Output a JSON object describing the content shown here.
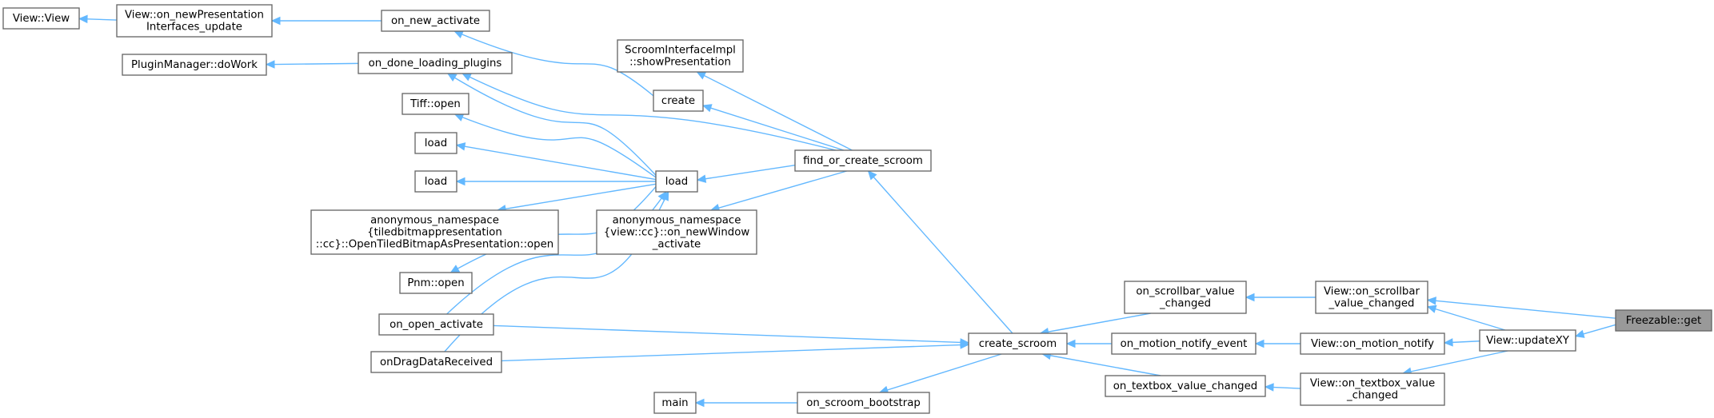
{
  "colors": {
    "edge": "#63b8ff",
    "node_border": "#666666",
    "node_fill": "#ffffff",
    "focus_fill": "#999999",
    "background": "#ffffff"
  },
  "nodes": {
    "view_view": {
      "lines": [
        "View::View"
      ]
    },
    "on_newpresentation_update": {
      "lines": [
        "View::on_newPresentation",
        "Interfaces_update"
      ]
    },
    "on_new_activate": {
      "lines": [
        "on_new_activate"
      ]
    },
    "pluginmanager_dowork": {
      "lines": [
        "PluginManager::doWork"
      ]
    },
    "on_done_loading_plugins": {
      "lines": [
        "on_done_loading_plugins"
      ]
    },
    "scroom_show_presentation": {
      "lines": [
        "ScroomInterfaceImpl",
        "::showPresentation"
      ]
    },
    "create": {
      "lines": [
        "create"
      ]
    },
    "tiff_open": {
      "lines": [
        "Tiff::open"
      ]
    },
    "load_a": {
      "lines": [
        "load"
      ]
    },
    "load_b": {
      "lines": [
        "load"
      ]
    },
    "load_main": {
      "lines": [
        "load"
      ]
    },
    "find_or_create_scroom": {
      "lines": [
        "find_or_create_scroom"
      ]
    },
    "anon_tiled_open": {
      "lines": [
        "anonymous_namespace",
        "{tiledbitmappresentation",
        "::cc}::OpenTiledBitmapAsPresentation::open"
      ]
    },
    "anon_view_new_window": {
      "lines": [
        "anonymous_namespace",
        "{view::cc}::on_newWindow",
        "_activate"
      ]
    },
    "pnm_open": {
      "lines": [
        "Pnm::open"
      ]
    },
    "on_open_activate": {
      "lines": [
        "on_open_activate"
      ]
    },
    "on_drag_data_received": {
      "lines": [
        "onDragDataReceived"
      ]
    },
    "create_scroom": {
      "lines": [
        "create_scroom"
      ]
    },
    "on_scrollbar_value_changed": {
      "lines": [
        "on_scrollbar_value",
        "_changed"
      ]
    },
    "on_motion_notify_event": {
      "lines": [
        "on_motion_notify_event"
      ]
    },
    "on_textbox_value_changed": {
      "lines": [
        "on_textbox_value_changed"
      ]
    },
    "view_on_scrollbar_value_changed": {
      "lines": [
        "View::on_scrollbar",
        "_value_changed"
      ]
    },
    "view_on_motion_notify": {
      "lines": [
        "View::on_motion_notify"
      ]
    },
    "view_on_textbox_value_changed": {
      "lines": [
        "View::on_textbox_value",
        "_changed"
      ]
    },
    "view_updatexy": {
      "lines": [
        "View::updateXY"
      ]
    },
    "freezable_get": {
      "lines": [
        "Freezable::get"
      ]
    },
    "main": {
      "lines": [
        "main"
      ]
    },
    "on_scroom_bootstrap": {
      "lines": [
        "on_scroom_bootstrap"
      ]
    }
  },
  "edges": [
    [
      "view_view",
      "on_newpresentation_update"
    ],
    [
      "on_newpresentation_update",
      "on_new_activate"
    ],
    [
      "on_new_activate",
      "create"
    ],
    [
      "pluginmanager_dowork",
      "on_done_loading_plugins"
    ],
    [
      "on_done_loading_plugins",
      "load_main"
    ],
    [
      "on_done_loading_plugins",
      "find_or_create_scroom"
    ],
    [
      "scroom_show_presentation",
      "find_or_create_scroom"
    ],
    [
      "create",
      "find_or_create_scroom"
    ],
    [
      "tiff_open",
      "load_main"
    ],
    [
      "load_a",
      "load_main"
    ],
    [
      "load_b",
      "load_main"
    ],
    [
      "anon_tiled_open",
      "load_main"
    ],
    [
      "pnm_open",
      "load_main"
    ],
    [
      "load_main",
      "find_or_create_scroom"
    ],
    [
      "load_main",
      "on_open_activate"
    ],
    [
      "load_main",
      "on_drag_data_received"
    ],
    [
      "anon_view_new_window",
      "find_or_create_scroom"
    ],
    [
      "find_or_create_scroom",
      "create_scroom"
    ],
    [
      "create_scroom",
      "on_open_activate"
    ],
    [
      "create_scroom",
      "on_drag_data_received"
    ],
    [
      "create_scroom",
      "on_scrollbar_value_changed"
    ],
    [
      "create_scroom",
      "on_motion_notify_event"
    ],
    [
      "create_scroom",
      "on_textbox_value_changed"
    ],
    [
      "main",
      "on_scroom_bootstrap"
    ],
    [
      "on_scroom_bootstrap",
      "create_scroom"
    ],
    [
      "on_scrollbar_value_changed",
      "view_on_scrollbar_value_changed"
    ],
    [
      "on_motion_notify_event",
      "view_on_motion_notify"
    ],
    [
      "on_textbox_value_changed",
      "view_on_textbox_value_changed"
    ],
    [
      "view_on_scrollbar_value_changed",
      "view_updatexy"
    ],
    [
      "view_on_motion_notify",
      "view_updatexy"
    ],
    [
      "view_on_textbox_value_changed",
      "view_updatexy"
    ],
    [
      "view_on_scrollbar_value_changed",
      "freezable_get"
    ],
    [
      "view_updatexy",
      "freezable_get"
    ]
  ]
}
